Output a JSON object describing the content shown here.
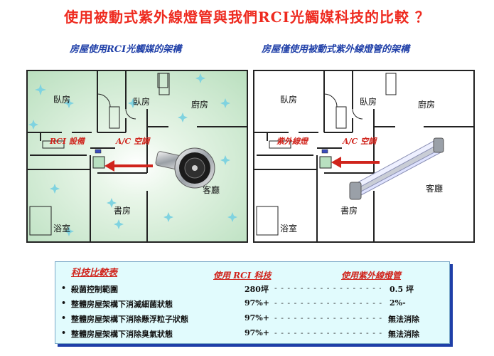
{
  "title": "使用被動式紫外線燈管與我們RCI光觸媒科技的比較 ？",
  "left_plan": {
    "subtitle": "房屋使用RCI光觸媒的架構",
    "rooms": {
      "bedroom1": "臥房",
      "bedroom2": "臥房",
      "kitchen": "廚房",
      "living": "客廳",
      "study": "書房",
      "bathroom": "浴室"
    },
    "device_label": "RCI 設備",
    "ac_label": "A/C 空調",
    "living_visible": "客廳"
  },
  "right_plan": {
    "subtitle": "房屋僅使用被動式紫外線燈管的架構",
    "rooms": {
      "bedroom1": "臥房",
      "bedroom2": "臥房",
      "kitchen": "廚房",
      "living": "客廳",
      "study": "書房",
      "bathroom": "浴室"
    },
    "device_label": "紫外線燈",
    "ac_label": "A/C 空調"
  },
  "comparison": {
    "title": "科技比較表",
    "col_rci": "使用 RCI 科技",
    "col_uv": "使用紫外線燈管",
    "rows": [
      {
        "item": "殺菌控制範圍",
        "rci": "280坪",
        "uv": "0.5 坪"
      },
      {
        "item": "整體房屋架構下消滅細菌狀態",
        "rci": "97%+",
        "uv": "2%-"
      },
      {
        "item": "整體房屋架構下消除懸浮粒子狀態",
        "rci": "97%+",
        "uv": "無法消除"
      },
      {
        "item": "整體房屋架構下消除臭氣狀態",
        "rci": "97%+",
        "uv": "無法消除"
      }
    ],
    "bullet": "•",
    "dashes": "- - - - - - - - - - - - - - - - - - - - - - - - - -"
  },
  "colors": {
    "title": "#ee2a1f",
    "subtitle": "#1f3fa8",
    "label_red": "#d0241c",
    "plan_green": "#cfe9cf",
    "table_bg": "#e1fbfd"
  }
}
